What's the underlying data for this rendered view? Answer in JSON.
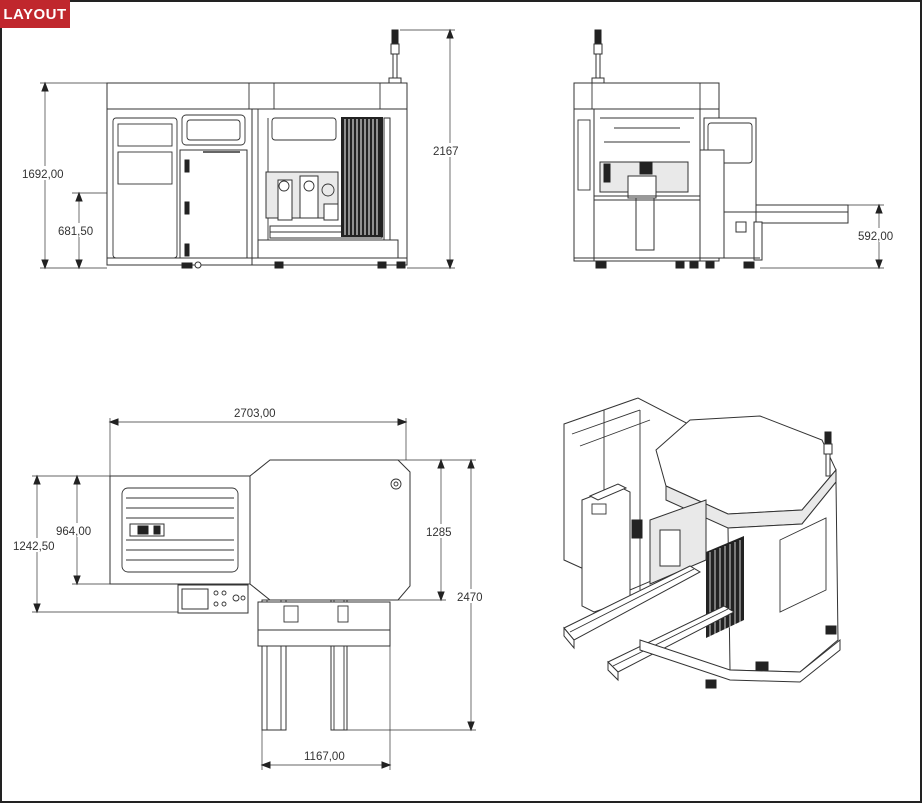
{
  "header": {
    "tag": "LAYOUT"
  },
  "colors": {
    "tag_bg": "#c0272d",
    "line": "#333333",
    "frame": "#222222"
  },
  "front_view": {
    "dim_total_height": "1692,00",
    "dim_lower_height": "681,50",
    "dim_tower_height": "2167"
  },
  "side_view": {
    "dim_conveyor_height": "592,00"
  },
  "top_view": {
    "dim_total_width": "2703,00",
    "dim_depth": "1242,50",
    "dim_inner_depth": "964,00",
    "dim_right_depth": "1285",
    "dim_total_length": "2470",
    "dim_conveyor_width": "1167,00"
  }
}
